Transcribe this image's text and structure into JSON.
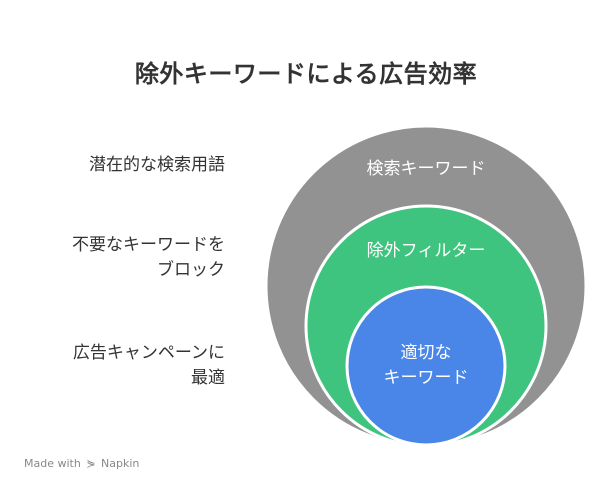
{
  "title": "除外キーワードによる広告効率",
  "side_labels": [
    {
      "lines": [
        "潜在的な検索用語"
      ]
    },
    {
      "lines": [
        "不要なキーワードを",
        "ブロック"
      ]
    },
    {
      "lines": [
        "広告キャンペーンに",
        "最適"
      ]
    }
  ],
  "circles": [
    {
      "lines": [
        "検索キーワード"
      ],
      "color": "#929292"
    },
    {
      "lines": [
        "除外フィルター"
      ],
      "color": "#3ec47e"
    },
    {
      "lines": [
        "適切な",
        "キーワード"
      ],
      "color": "#4a86e8"
    }
  ],
  "watermark": {
    "prefix": "Made with",
    "brand": "Napkin",
    "icon": "napkin-logo-icon"
  }
}
